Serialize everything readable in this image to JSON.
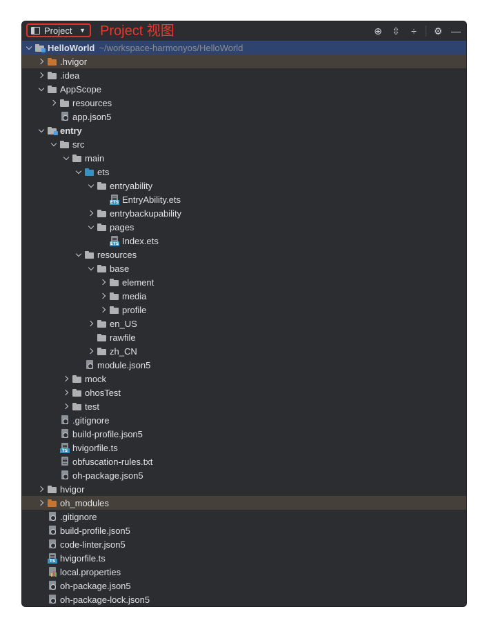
{
  "header": {
    "project_button_label": "Project",
    "project_view_title": "Project 视图",
    "icons": [
      "locate-icon",
      "expand-all-icon",
      "collapse-all-icon",
      "gear-icon",
      "minimize-icon"
    ]
  },
  "colors": {
    "folder_grey": "#afb1b3",
    "folder_orange": "#c57633",
    "folder_blue": "#3592c4",
    "selected_row": "#2e436e",
    "annotation_red": "#e9382d"
  },
  "tree": [
    {
      "depth": 0,
      "chev": "down",
      "icon": "folder-module",
      "label": "HelloWorld",
      "path": "~/workspace-harmonyos/HelloWorld",
      "bold": true,
      "state": "selected"
    },
    {
      "depth": 1,
      "chev": "right",
      "icon": "folder-orange",
      "label": ".hvigor",
      "state": "excluded"
    },
    {
      "depth": 1,
      "chev": "right",
      "icon": "folder",
      "label": ".idea"
    },
    {
      "depth": 1,
      "chev": "down",
      "icon": "folder",
      "label": "AppScope"
    },
    {
      "depth": 2,
      "chev": "right",
      "icon": "folder",
      "label": "resources"
    },
    {
      "depth": 2,
      "chev": "none",
      "icon": "json",
      "label": "app.json5"
    },
    {
      "depth": 1,
      "chev": "down",
      "icon": "folder-module",
      "label": "entry",
      "bold": true
    },
    {
      "depth": 2,
      "chev": "down",
      "icon": "folder",
      "label": "src"
    },
    {
      "depth": 3,
      "chev": "down",
      "icon": "folder",
      "label": "main"
    },
    {
      "depth": 4,
      "chev": "down",
      "icon": "folder-blue",
      "label": "ets"
    },
    {
      "depth": 5,
      "chev": "down",
      "icon": "folder",
      "label": "entryability"
    },
    {
      "depth": 6,
      "chev": "none",
      "icon": "ets",
      "label": "EntryAbility.ets"
    },
    {
      "depth": 5,
      "chev": "right",
      "icon": "folder",
      "label": "entrybackupability"
    },
    {
      "depth": 5,
      "chev": "down",
      "icon": "folder",
      "label": "pages"
    },
    {
      "depth": 6,
      "chev": "none",
      "icon": "ets",
      "label": "Index.ets"
    },
    {
      "depth": 4,
      "chev": "down",
      "icon": "folder",
      "label": "resources"
    },
    {
      "depth": 5,
      "chev": "down",
      "icon": "folder",
      "label": "base"
    },
    {
      "depth": 6,
      "chev": "right",
      "icon": "folder",
      "label": "element"
    },
    {
      "depth": 6,
      "chev": "right",
      "icon": "folder",
      "label": "media"
    },
    {
      "depth": 6,
      "chev": "right",
      "icon": "folder",
      "label": "profile"
    },
    {
      "depth": 5,
      "chev": "right",
      "icon": "folder",
      "label": "en_US"
    },
    {
      "depth": 5,
      "chev": "none",
      "icon": "folder",
      "label": "rawfile"
    },
    {
      "depth": 5,
      "chev": "right",
      "icon": "folder",
      "label": "zh_CN"
    },
    {
      "depth": 4,
      "chev": "none",
      "icon": "json",
      "label": "module.json5"
    },
    {
      "depth": 3,
      "chev": "right",
      "icon": "folder",
      "label": "mock"
    },
    {
      "depth": 3,
      "chev": "right",
      "icon": "folder",
      "label": "ohosTest"
    },
    {
      "depth": 3,
      "chev": "right",
      "icon": "folder",
      "label": "test"
    },
    {
      "depth": 2,
      "chev": "none",
      "icon": "gitignore",
      "label": ".gitignore"
    },
    {
      "depth": 2,
      "chev": "none",
      "icon": "json",
      "label": "build-profile.json5"
    },
    {
      "depth": 2,
      "chev": "none",
      "icon": "ts",
      "label": "hvigorfile.ts"
    },
    {
      "depth": 2,
      "chev": "none",
      "icon": "text",
      "label": "obfuscation-rules.txt"
    },
    {
      "depth": 2,
      "chev": "none",
      "icon": "json",
      "label": "oh-package.json5"
    },
    {
      "depth": 1,
      "chev": "right",
      "icon": "folder",
      "label": "hvigor"
    },
    {
      "depth": 1,
      "chev": "right",
      "icon": "folder-orange",
      "label": "oh_modules",
      "state": "excluded"
    },
    {
      "depth": 1,
      "chev": "none",
      "icon": "gitignore",
      "label": ".gitignore"
    },
    {
      "depth": 1,
      "chev": "none",
      "icon": "json",
      "label": "build-profile.json5"
    },
    {
      "depth": 1,
      "chev": "none",
      "icon": "json",
      "label": "code-linter.json5"
    },
    {
      "depth": 1,
      "chev": "none",
      "icon": "ts",
      "label": "hvigorfile.ts"
    },
    {
      "depth": 1,
      "chev": "none",
      "icon": "properties",
      "label": "local.properties"
    },
    {
      "depth": 1,
      "chev": "none",
      "icon": "json",
      "label": "oh-package.json5"
    },
    {
      "depth": 1,
      "chev": "none",
      "icon": "json",
      "label": "oh-package-lock.json5"
    }
  ]
}
